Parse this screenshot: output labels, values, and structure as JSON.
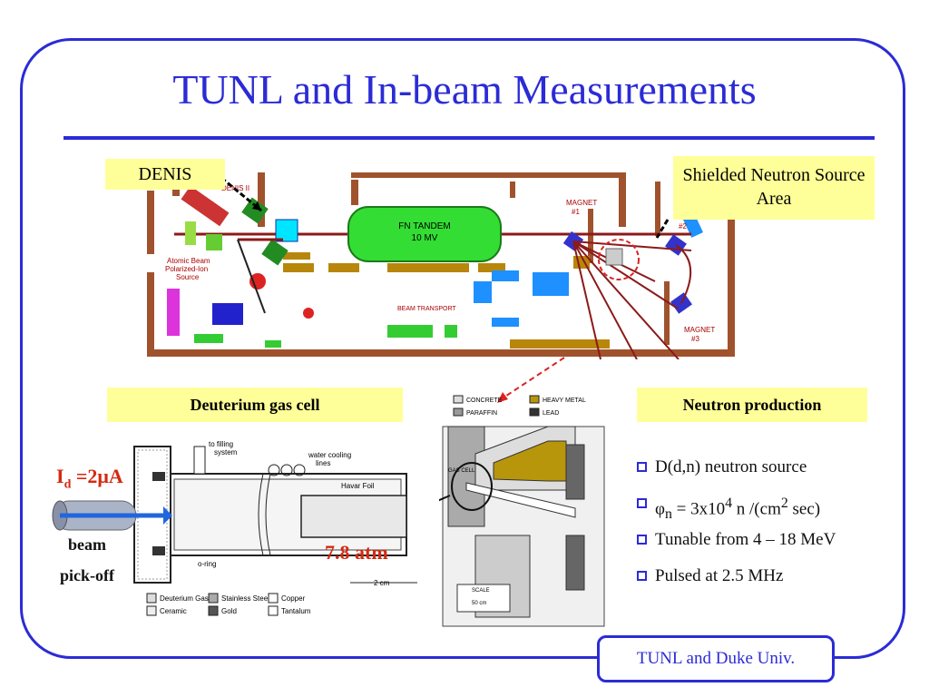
{
  "slide": {
    "title": "TUNL and In-beam Measurements",
    "footer": "TUNL and Duke Univ."
  },
  "callouts": {
    "denis": "DENIS",
    "shielded": "Shielded Neutron Source Area",
    "deuterium": "Deuterium gas cell",
    "neutron": "Neutron production"
  },
  "facility_labels": {
    "tandem_1": "FN TANDEM",
    "tandem_2": "10 MV",
    "denis_ii": "DENIS II",
    "atomic_1": "Atomic Beam",
    "atomic_2": "Polarized-Ion",
    "atomic_3": "Source",
    "magnet1_a": "MAGNET",
    "magnet1_b": "#1",
    "magnet2": "#2",
    "magnet3_a": "MAGNET",
    "magnet3_b": "#3",
    "beam_transport": "BEAM TRANSPORT"
  },
  "gascell": {
    "beam_current": "I",
    "beam_sub": "d",
    "beam_value": " =2μA",
    "beam_label": "beam",
    "pickoff_label": "pick-off",
    "pressure": "7.8 atm",
    "to_filling_1": "to filling",
    "to_filling_2": "system",
    "water_1": "water cooling",
    "water_2": "lines",
    "havar": "Havar Foil",
    "oring": "o-ring",
    "scale": "2 cm",
    "legend": [
      "Deuterium Gas",
      "Stainless Steel",
      "Copper",
      "Ceramic",
      "Gold",
      "Tantalum"
    ]
  },
  "shield_diagram": {
    "legend": [
      "CONCRETE",
      "HEAVY METAL",
      "PARAFFIN",
      "LEAD"
    ],
    "gas_cell": "GAS CELL",
    "scale_title": "SCALE",
    "scale_value": "50 cm"
  },
  "bullets": [
    {
      "text": "D(d,n) neutron source"
    },
    {
      "pre": "φ",
      "sub": "n",
      "mid": " = 3x10",
      "sup": "4",
      "mid2": " n /(cm",
      "sup2": "2",
      "post": " sec)"
    },
    {
      "text": "Tunable from 4 – 18 MeV"
    },
    {
      "text": "Pulsed at 2.5 MHz"
    }
  ],
  "colors": {
    "accent": "#2b2bd6",
    "callout_bg": "#ffff99",
    "highlight_red": "#d42a10"
  }
}
